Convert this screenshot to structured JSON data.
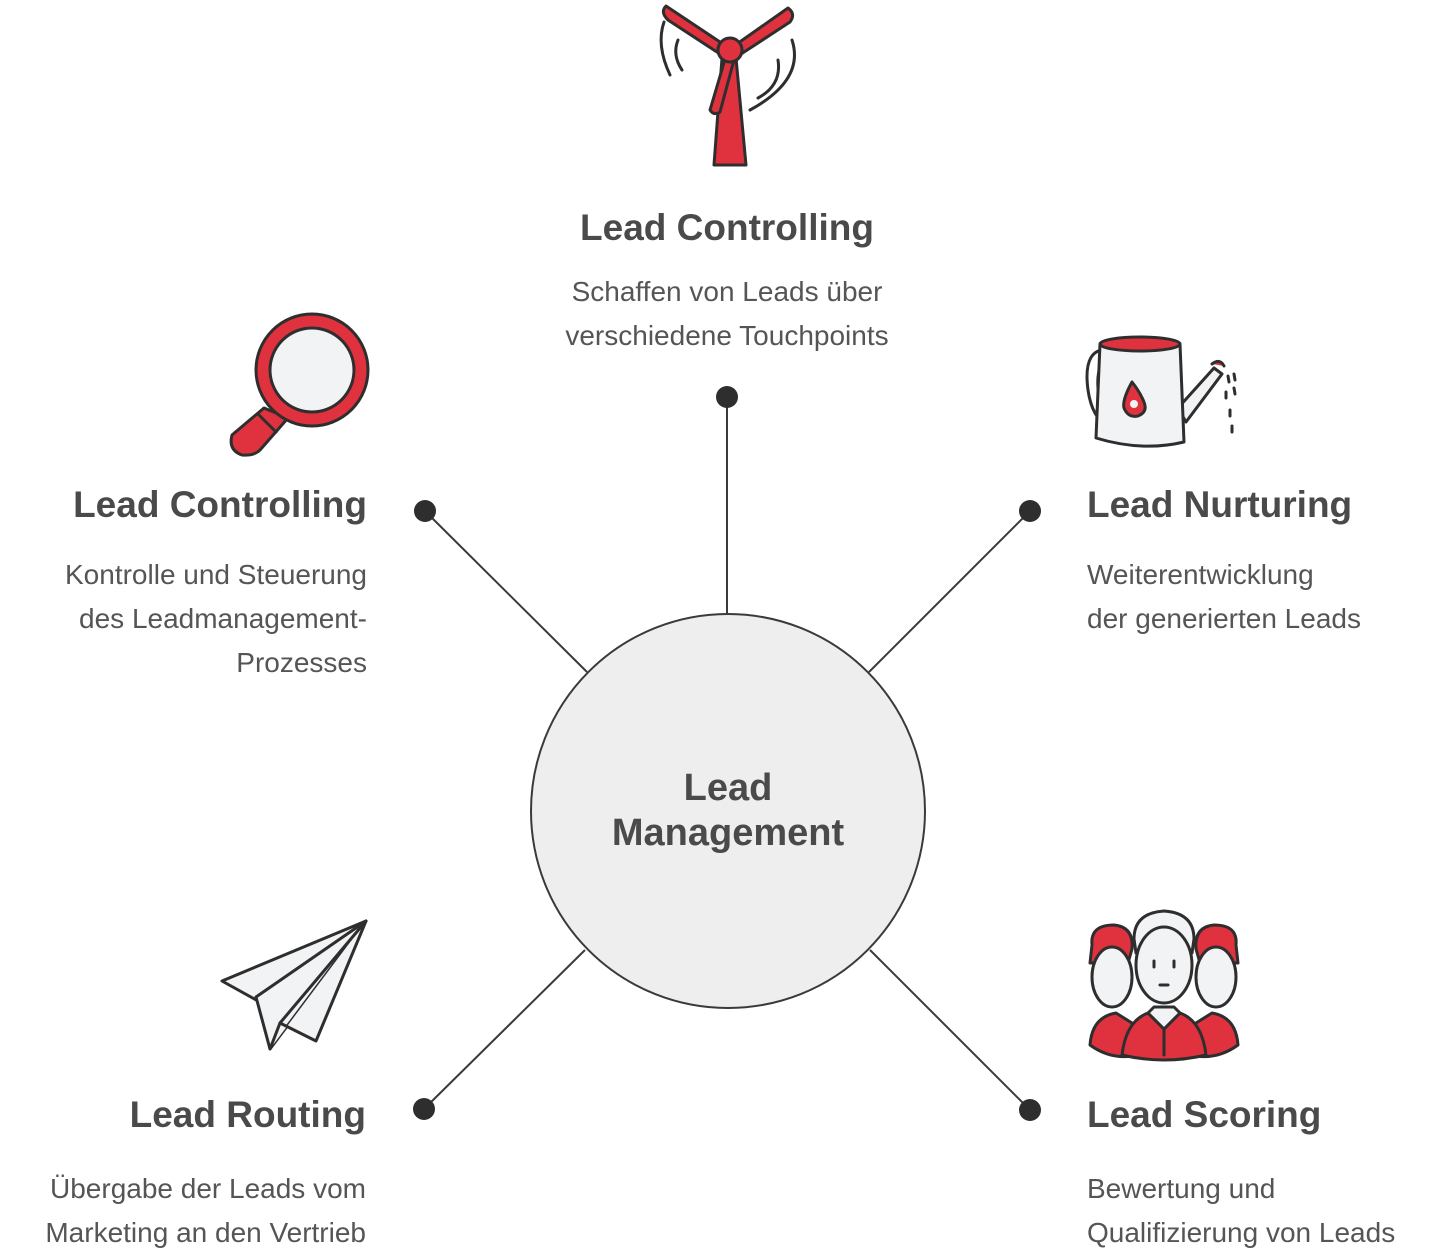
{
  "center": {
    "label_line1": "Lead",
    "label_line2": "Management"
  },
  "nodes": {
    "top": {
      "title": "Lead Controlling",
      "desc_line1": "Schaffen von Leads über",
      "desc_line2": "verschiedene Touchpoints",
      "icon": "windmill-icon"
    },
    "left_upper": {
      "title": "Lead Controlling",
      "desc_line1": "Kontrolle und Steuerung",
      "desc_line2": "des Leadmanagement-",
      "desc_line3": "Prozesses",
      "icon": "magnifier-icon"
    },
    "right_upper": {
      "title": "Lead Nurturing",
      "desc_line1": "Weiterentwicklung",
      "desc_line2": "der generierten Leads",
      "icon": "watering-can-icon"
    },
    "left_lower": {
      "title": "Lead Routing",
      "desc_line1": "Übergabe der Leads vom",
      "desc_line2": "Marketing an den Vertrieb",
      "icon": "paper-plane-icon"
    },
    "right_lower": {
      "title": "Lead Scoring",
      "desc_line1": "Bewertung und",
      "desc_line2": "Qualifizierung von Leads",
      "icon": "people-group-icon"
    }
  },
  "colors": {
    "accent": "#e0323e",
    "line": "#3a3a3a",
    "circle_fill": "#eeeeee",
    "text": "#4a4a4a",
    "icon_fill": "#f2f3f4"
  }
}
